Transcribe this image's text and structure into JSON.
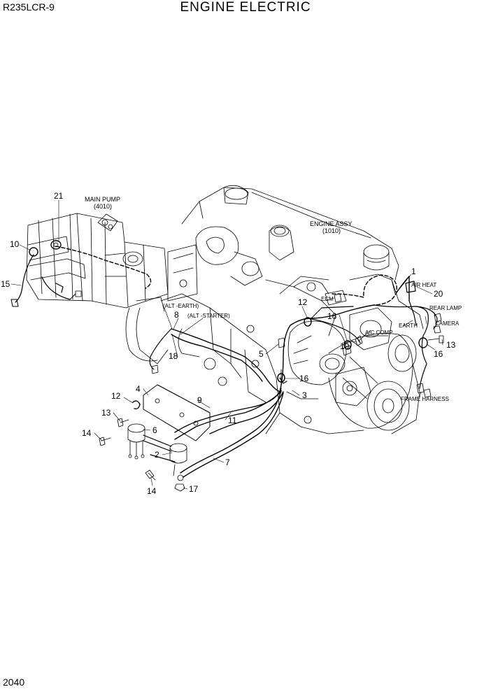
{
  "header": {
    "model": "R235LCR-9",
    "title": "ENGINE ELECTRIC"
  },
  "footer": {
    "page_number": "2040"
  },
  "labels": {
    "main_pump": "MAIN PUMP",
    "main_pump_code": "(4010)",
    "engine_assy": "ENGINE ASSY",
    "engine_assy_code": "(1010)",
    "air_heat": "AIR HEAT",
    "rear_lamp": "REAR LAMP",
    "camera": "CAMERA",
    "earth": "EARTH",
    "ac_comp": "A/C COMP",
    "ecm": "ECM",
    "alt_earth": "(ALT -EARTH)",
    "alt_starter": "(ALT -STARTER)",
    "frame_harness": "FRAME HARNESS"
  },
  "callouts": {
    "c1": "1",
    "c2": "2",
    "c3": "3",
    "c4": "4",
    "c5": "5",
    "c6": "6",
    "c7": "7",
    "c8": "8",
    "c9": "9",
    "c10": "10",
    "c11": "11",
    "c12a": "12",
    "c12b": "12",
    "c13a": "13",
    "c13b": "13",
    "c14a": "14",
    "c14b": "14",
    "c15": "15",
    "c16a": "16",
    "c16b": "16",
    "c16c": "16",
    "c17": "17",
    "c18": "18",
    "c19": "19",
    "c20": "20",
    "c21": "21"
  }
}
